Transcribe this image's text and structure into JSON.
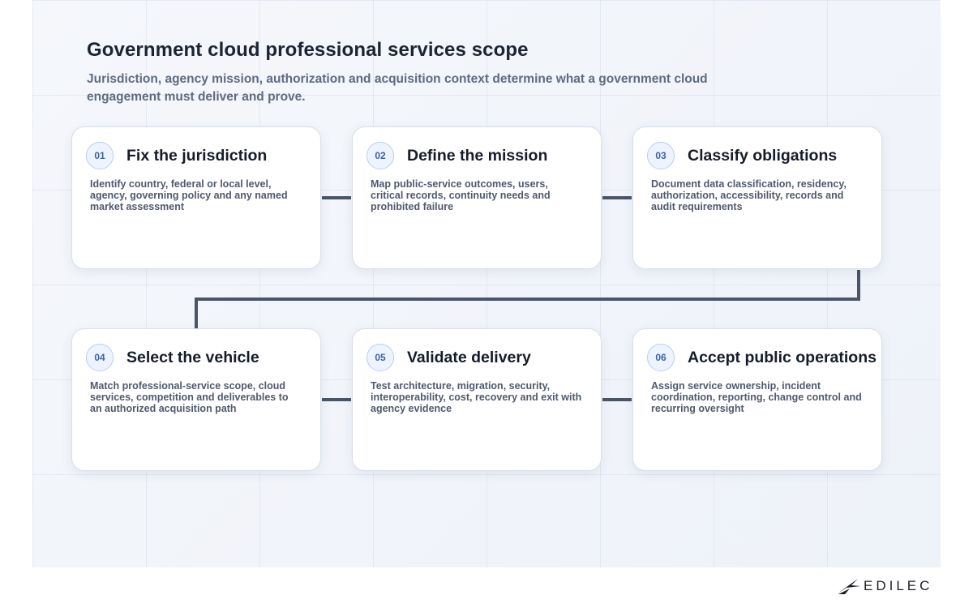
{
  "title": "Government cloud professional services scope",
  "subtitle": "Jurisdiction, agency mission, authorization and acquisition context determine what a government cloud engagement must deliver and prove.",
  "steps": [
    {
      "number": "01",
      "title": "Fix the jurisdiction",
      "description": "Identify country, federal or local level, agency, governing policy and any named market assessment"
    },
    {
      "number": "02",
      "title": "Define the mission",
      "description": "Map public-service outcomes, users, critical records, continuity needs and prohibited failure"
    },
    {
      "number": "03",
      "title": "Classify obligations",
      "description": "Document data classification, residency, authorization, accessibility, records and audit requirements"
    },
    {
      "number": "04",
      "title": "Select the vehicle",
      "description": "Match professional-service scope, cloud services, competition and deliverables to an authorized acquisition path"
    },
    {
      "number": "05",
      "title": "Validate delivery",
      "description": "Test architecture, migration, security, interoperability, cost, recovery and exit with agency evidence"
    },
    {
      "number": "06",
      "title": "Accept public operations",
      "description": "Assign service ownership, incident coordination, reporting, change control and recurring oversight"
    }
  ],
  "brand": {
    "name": "EDILEC"
  },
  "colors": {
    "connector": "#4a5567",
    "badge_text": "#3c63a8",
    "title_text": "#1c2433"
  }
}
